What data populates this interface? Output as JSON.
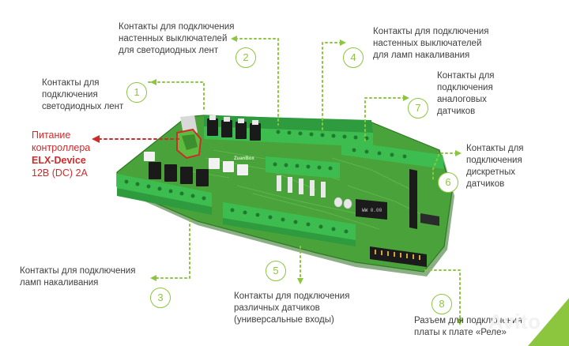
{
  "power": {
    "line1": "Питание",
    "line2": "контроллера",
    "brand": "ELX-Device",
    "spec": "12В (DC) 2А"
  },
  "callouts": [
    {
      "num": "1",
      "lines": [
        "Контакты для",
        "подключения",
        "светодиодных лент"
      ]
    },
    {
      "num": "2",
      "lines": [
        "Контакты для подключения",
        "настенных выключателей",
        "для светодиодных лент"
      ]
    },
    {
      "num": "3",
      "lines": [
        "Контакты для подключения",
        "ламп накаливания"
      ]
    },
    {
      "num": "4",
      "lines": [
        "Контакты для подключения",
        "настенных выключателей",
        "для ламп накаливания"
      ]
    },
    {
      "num": "5",
      "lines": [
        "Контакты для подключения",
        "различных датчиков",
        "(универсальные входы)"
      ]
    },
    {
      "num": "6",
      "lines": [
        "Контакты для",
        "подключения",
        "дискретных",
        "датчиков"
      ]
    },
    {
      "num": "7",
      "lines": [
        "Контакты для",
        "подключения",
        "аналоговых",
        "датчиков"
      ]
    },
    {
      "num": "8",
      "lines": [
        "Разъем для подключения",
        "платы к плате «Реле»"
      ]
    }
  ],
  "board": {
    "logo": "ZuanBox",
    "chip": "WW 0.00"
  },
  "watermark": "Avito",
  "colors": {
    "accent": "#8cc63f",
    "power": "#d12a2a",
    "pcb": "#3e9b2e",
    "terminal": "#39b54a"
  }
}
